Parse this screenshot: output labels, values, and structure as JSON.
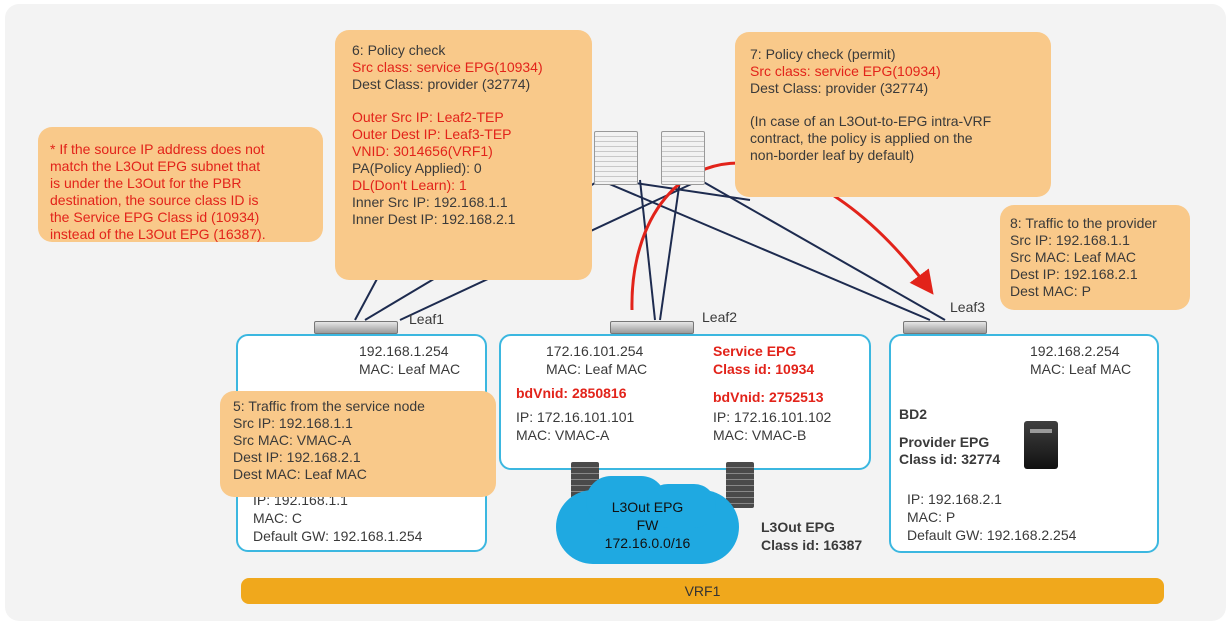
{
  "callouts": {
    "note": {
      "lines": [
        "* If the source IP address does not",
        "match the L3Out EPG subnet that",
        "is under the L3Out for the PBR",
        "destination, the source class ID is",
        "the Service EPG Class id (10934)",
        "instead of the L3Out EPG (16387)."
      ]
    },
    "step6": {
      "title": "6: Policy check",
      "src_class": "Src class: service EPG(10934)",
      "dest_class": "Dest Class: provider (32774)",
      "outer_src": "Outer Src IP: Leaf2-TEP",
      "outer_dest": "Outer Dest IP: Leaf3-TEP",
      "vnid": "VNID: 3014656(VRF1)",
      "pa": "PA(Policy Applied): 0",
      "dl": "DL(Don't Learn): 1",
      "inner_src": "Inner Src IP: 192.168.1.1",
      "inner_dest": "Inner Dest IP: 192.168.2.1"
    },
    "step7": {
      "title": "7: Policy check (permit)",
      "src_class": "Src class: service EPG(10934)",
      "dest_class": "Dest Class: provider (32774)",
      "note1": "(In case of an L3Out-to-EPG intra-VRF",
      "note2": "contract, the policy is applied on the",
      "note3": "non-border leaf by default)"
    },
    "step8": {
      "title": "8: Traffic to the provider",
      "src_ip": "Src IP: 192.168.1.1",
      "src_mac": "Src MAC: Leaf MAC",
      "dest_ip": "Dest IP: 192.168.2.1",
      "dest_mac": "Dest MAC: P"
    },
    "step5": {
      "title": "5: Traffic from the service node",
      "src_ip": "Src IP: 192.168.1.1",
      "src_mac": "Src MAC: VMAC-A",
      "dest_ip": "Dest IP: 192.168.2.1",
      "dest_mac": "Dest MAC: Leaf MAC"
    }
  },
  "leaf1": {
    "name": "Leaf1",
    "ip": "192.168.1.254",
    "mac": "MAC: Leaf MAC",
    "host_ip": "IP: 192.168.1.1",
    "host_mac": "MAC: C",
    "host_gw": "Default GW: 192.168.1.254"
  },
  "leaf2": {
    "name": "Leaf2",
    "left_ip": "172.16.101.254",
    "left_mac": "MAC: Leaf MAC",
    "left_bdvnid": "bdVnid: 2850816",
    "left_ip2": "IP: 172.16.101.101",
    "left_mac2": "MAC: VMAC-A",
    "svc_epg": "Service EPG",
    "svc_class": "Class id: 10934",
    "right_bdvnid": "bdVnid: 2752513",
    "right_ip": "IP: 172.16.101.102",
    "right_mac": "MAC: VMAC-B"
  },
  "l3out": {
    "cloud_l1": "L3Out EPG",
    "cloud_l2": "FW",
    "cloud_l3": "172.16.0.0/16",
    "epg_label": "L3Out EPG",
    "class_id": "Class id: 16387"
  },
  "leaf3": {
    "name": "Leaf3",
    "ip": "192.168.2.254",
    "mac": "MAC: Leaf MAC",
    "bd": "BD2",
    "provider": "Provider EPG",
    "provider_class": "Class id: 32774",
    "host_ip": "IP: 192.168.2.1",
    "host_mac": "MAC: P",
    "host_gw": "Default GW: 192.168.2.254"
  },
  "vrf": "VRF1",
  "colors": {
    "callout": "#f9c98a",
    "box_border": "#3bb7e0",
    "red": "#e2231a",
    "vrf": "#f0a81c",
    "cloud": "#1fa9e1"
  }
}
